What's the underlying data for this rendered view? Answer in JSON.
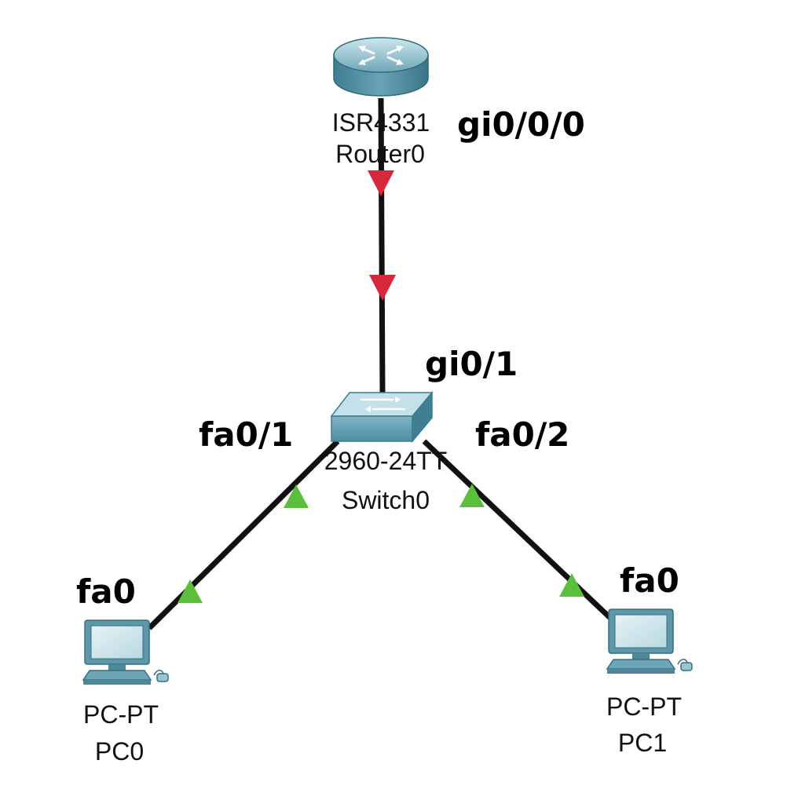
{
  "devices": {
    "router": {
      "model": "ISR4331",
      "name": "Router0",
      "icon": "router-icon"
    },
    "switch": {
      "model": "2960-24TT",
      "name": "Switch0",
      "icon": "switch-icon"
    },
    "pc0": {
      "model": "PC-PT",
      "name": "PC0",
      "icon": "pc-icon"
    },
    "pc1": {
      "model": "PC-PT",
      "name": "PC1",
      "icon": "pc-icon"
    }
  },
  "ports": {
    "router_uplink": "gi0/0/0",
    "switch_uplink": "gi0/1",
    "switch_pc0": "fa0/1",
    "switch_pc1": "fa0/2",
    "pc0_nic": "fa0",
    "pc1_nic": "fa0"
  },
  "link_status_colors": {
    "down": "#d6283a",
    "up": "#5cbf3c"
  },
  "links": [
    {
      "from": "Router0",
      "to": "Switch0",
      "status": "down"
    },
    {
      "from": "Switch0",
      "to": "PC0",
      "status": "up"
    },
    {
      "from": "Switch0",
      "to": "PC1",
      "status": "up"
    }
  ]
}
